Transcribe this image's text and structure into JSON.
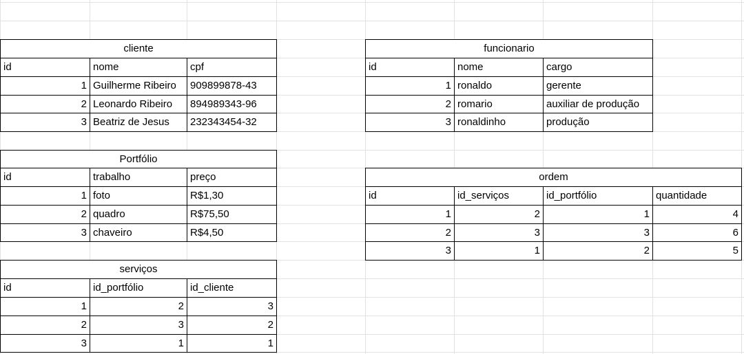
{
  "tables": {
    "cliente": {
      "title": "cliente",
      "headers": [
        "id",
        "nome",
        "cpf"
      ],
      "rows": [
        [
          "1",
          "Guilherme Ribeiro",
          "909899878-43"
        ],
        [
          "2",
          "Leonardo Ribeiro",
          "894989343-96"
        ],
        [
          "3",
          "Beatriz de Jesus",
          "232343454-32"
        ]
      ]
    },
    "funcionario": {
      "title": "funcionario",
      "headers": [
        "id",
        "nome",
        "cargo"
      ],
      "rows": [
        [
          "1",
          "ronaldo",
          "gerente"
        ],
        [
          "2",
          "romario",
          "auxiliar de produção"
        ],
        [
          "3",
          "ronaldinho",
          "produção"
        ]
      ]
    },
    "portfolio": {
      "title": "Portfólio",
      "headers": [
        "id",
        "trabalho",
        "preço"
      ],
      "rows": [
        [
          "1",
          "foto",
          "R$1,30"
        ],
        [
          "2",
          "quadro",
          "R$75,50"
        ],
        [
          "3",
          "chaveiro",
          "R$4,50"
        ]
      ]
    },
    "ordem": {
      "title": "ordem",
      "headers": [
        "id",
        "id_serviços",
        "id_portfólio",
        "quantidade"
      ],
      "rows": [
        [
          "1",
          "2",
          "1",
          "4"
        ],
        [
          "2",
          "3",
          "3",
          "6"
        ],
        [
          "3",
          "1",
          "2",
          "5"
        ]
      ]
    },
    "servicos": {
      "title": "serviços",
      "headers": [
        "id",
        "id_portfólio",
        "id_cliente"
      ],
      "rows": [
        [
          "1",
          "2",
          "3"
        ],
        [
          "2",
          "3",
          "2"
        ],
        [
          "3",
          "1",
          "1"
        ]
      ]
    }
  }
}
